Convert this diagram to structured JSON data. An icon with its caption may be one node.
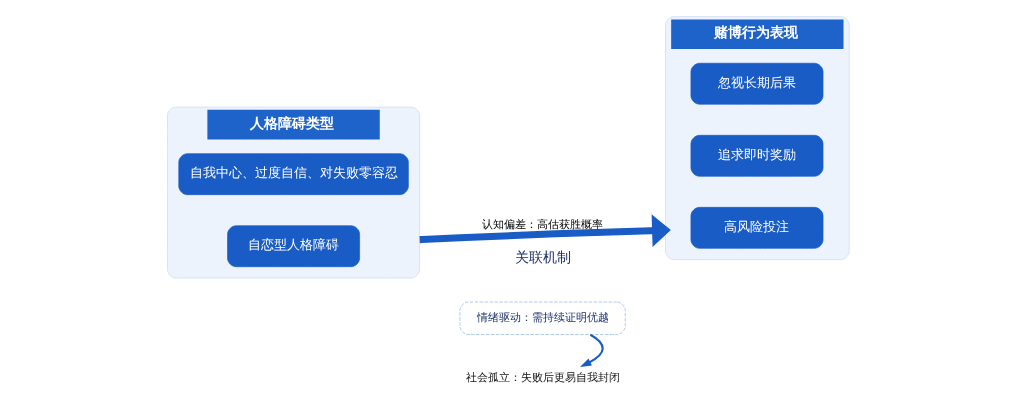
{
  "diagram": {
    "nodes": [
      {
        "text": [
          "人格障碍类型"
        ]
      },
      {
        "text": [
          "自恋型人格障碍"
        ],
        "in": 0
      },
      {
        "text": [
          "自我中心、过度自信、对失败零容忍"
        ],
        "in": 0
      },
      {
        "text": [
          "赌博行为表现"
        ]
      },
      {
        "text": [
          "高风险投注"
        ],
        "in": 3
      },
      {
        "text": [
          "追求即时奖励"
        ],
        "in": 3
      },
      {
        "text": [
          "忽视长期后果"
        ],
        "in": 3
      },
      {
        "text": [
          "情绪驱动：需持续证明优越"
        ]
      },
      {
        "text": [
          "社会孤立：失败后更易自我封闭"
        ]
      }
    ],
    "edges": [
      {
        "from": 0,
        "to": 3,
        "arrow": "to",
        "label": "认知偏差：高估获胜概率",
        "style": "thick"
      },
      {
        "from": 7,
        "to": 8,
        "arrow": "to"
      }
    ],
    "labels": [
      "关联机制"
    ]
  }
}
